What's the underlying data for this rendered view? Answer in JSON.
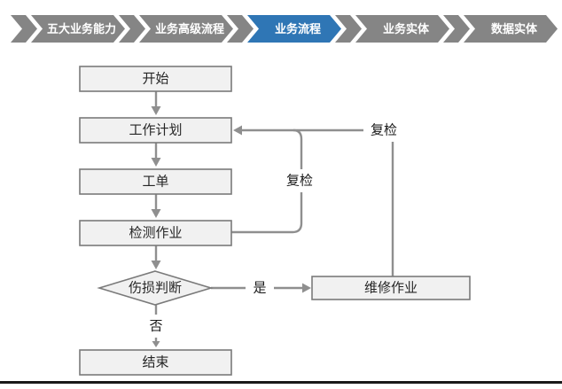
{
  "nav": {
    "items": [
      {
        "label": "五大业务能力",
        "state": "inactive"
      },
      {
        "label": "业务高级流程",
        "state": "inactive"
      },
      {
        "label": "业务流程",
        "state": "active"
      },
      {
        "label": "业务实体",
        "state": "inactive"
      },
      {
        "label": "数据实体",
        "state": "inactive"
      }
    ],
    "colors": {
      "inactive": "#858585",
      "active": "#2f76b5",
      "label_text": "#ffffff"
    }
  },
  "flowchart": {
    "nodes": {
      "start": {
        "label": "开始",
        "shape": "rectangle"
      },
      "work_plan": {
        "label": "工作计划",
        "shape": "rectangle"
      },
      "work_order": {
        "label": "工单",
        "shape": "rectangle"
      },
      "inspection": {
        "label": "检测作业",
        "shape": "rectangle"
      },
      "damage_judgment": {
        "label": "伤损判断",
        "shape": "diamond"
      },
      "repair": {
        "label": "维修作业",
        "shape": "rectangle"
      },
      "end": {
        "label": "结束",
        "shape": "rectangle"
      }
    },
    "labels": {
      "recheck_inner": "复检",
      "recheck_outer": "复检",
      "yes": "是",
      "no": "否"
    },
    "edges": [
      {
        "from": "开始",
        "to": "工作计划",
        "label": ""
      },
      {
        "from": "工作计划",
        "to": "工单",
        "label": ""
      },
      {
        "from": "工单",
        "to": "检测作业",
        "label": ""
      },
      {
        "from": "检测作业",
        "to": "伤损判断",
        "label": ""
      },
      {
        "from": "检测作业",
        "to": "工作计划",
        "label": "复检"
      },
      {
        "from": "伤损判断",
        "to": "维修作业",
        "label": "是"
      },
      {
        "from": "伤损判断",
        "to": "结束",
        "label": "否"
      },
      {
        "from": "维修作业",
        "to": "工作计划",
        "label": "复检"
      }
    ],
    "colors": {
      "node_fill": "#f1f1f1",
      "node_border": "#7a7a7a",
      "connector": "#8f8f8f",
      "node_text": "#262626",
      "edge_label_text": "#1a1a1a"
    }
  },
  "page": {
    "bottom_border_color": "#1a1a1a"
  }
}
